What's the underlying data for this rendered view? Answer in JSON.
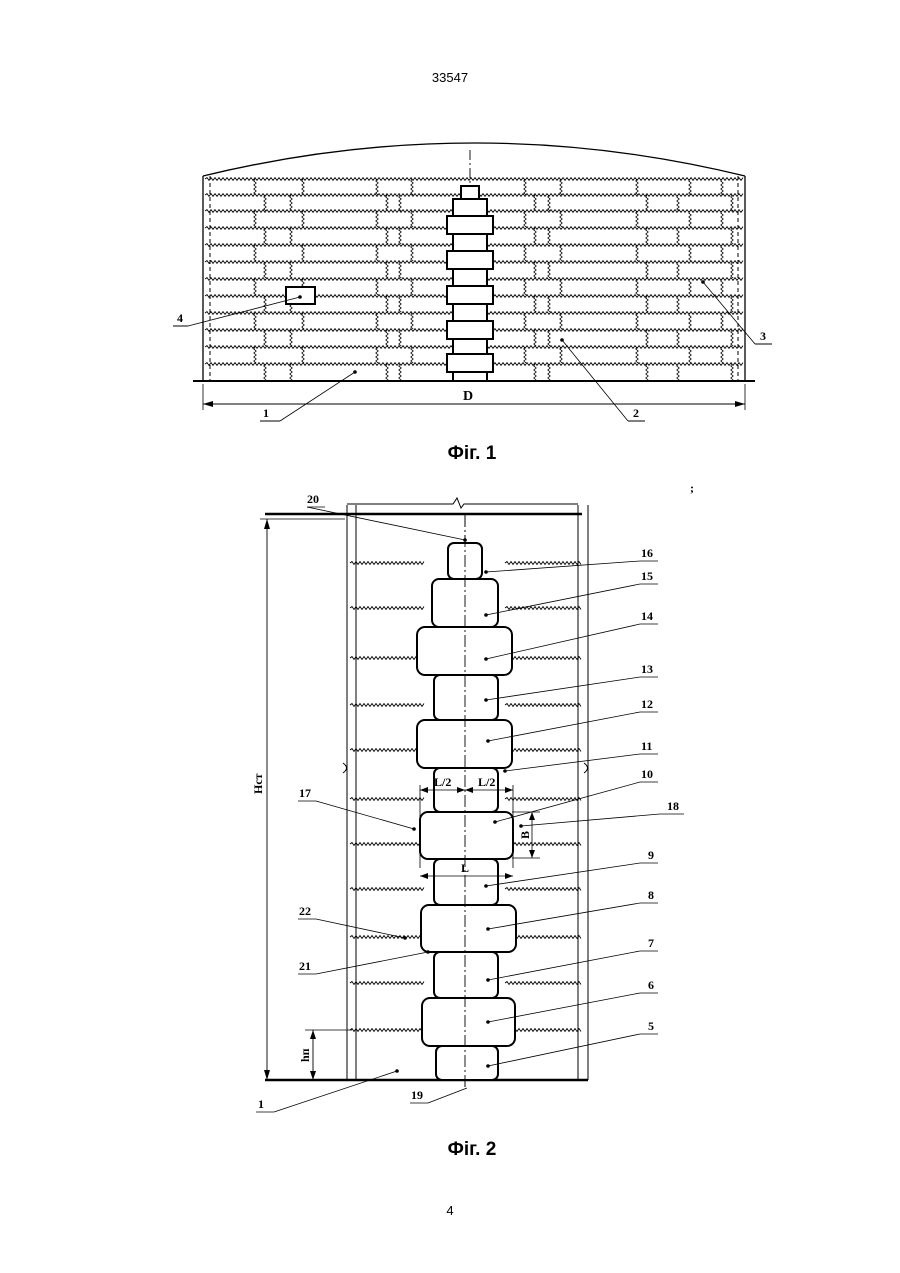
{
  "header": {
    "document_number": "33547"
  },
  "footer": {
    "page_number": "4"
  },
  "figure1": {
    "caption": "Фіг. 1",
    "labels": {
      "l1": "1",
      "l2": "2",
      "l3": "3",
      "l4": "4",
      "dimension": "D"
    }
  },
  "figure2": {
    "caption": "Фіг. 2",
    "labels": {
      "l1": "1",
      "l5": "5",
      "l6": "6",
      "l7": "7",
      "l8": "8",
      "l9": "9",
      "l10": "10",
      "l11": "11",
      "l12": "12",
      "l13": "13",
      "l14": "14",
      "l15": "15",
      "l16": "16",
      "l17": "17",
      "l18": "18",
      "l19": "19",
      "l20": "20",
      "l21": "21",
      "l22": "22"
    },
    "dimensions": {
      "h_total": "Hст",
      "h_bottom": "hп",
      "half_left": "L/2",
      "half_right": "L/2",
      "length": "L",
      "width": "B"
    }
  }
}
